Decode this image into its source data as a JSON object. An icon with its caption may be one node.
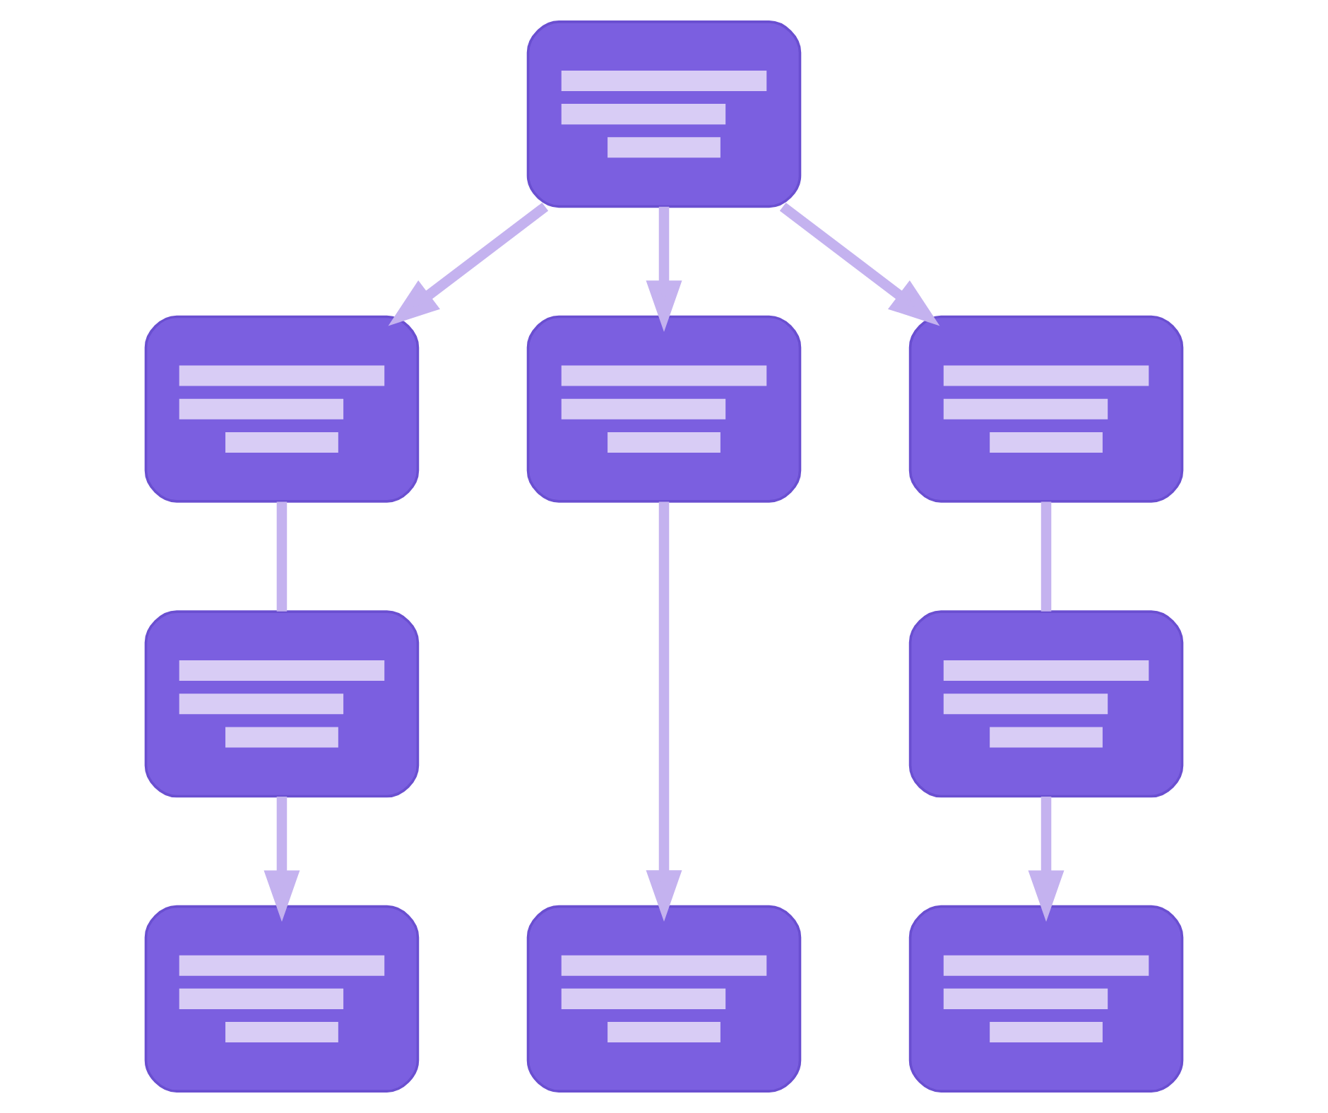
{
  "diagram": {
    "nodes": [
      {
        "text": [],
        "shape": "box"
      },
      {
        "text": [],
        "shape": "box"
      },
      {
        "text": [],
        "shape": "box"
      },
      {
        "text": [],
        "shape": "box"
      },
      {
        "text": [],
        "shape": "box"
      },
      {
        "text": [],
        "shape": "box"
      },
      {
        "text": [],
        "shape": "box"
      },
      {
        "text": [],
        "shape": "box"
      },
      {
        "text": [],
        "shape": "box"
      }
    ],
    "edges": [
      {
        "from": 0,
        "to": 1,
        "arrow": "to"
      },
      {
        "from": 0,
        "to": 2,
        "arrow": "to"
      },
      {
        "from": 0,
        "to": 3,
        "arrow": "to"
      },
      {
        "from": 1,
        "to": 4,
        "arrow": "none"
      },
      {
        "from": 3,
        "to": 5,
        "arrow": "none"
      },
      {
        "from": 4,
        "to": 6,
        "arrow": "to"
      },
      {
        "from": 2,
        "to": 7,
        "arrow": "to"
      },
      {
        "from": 5,
        "to": 8,
        "arrow": "to"
      }
    ]
  }
}
